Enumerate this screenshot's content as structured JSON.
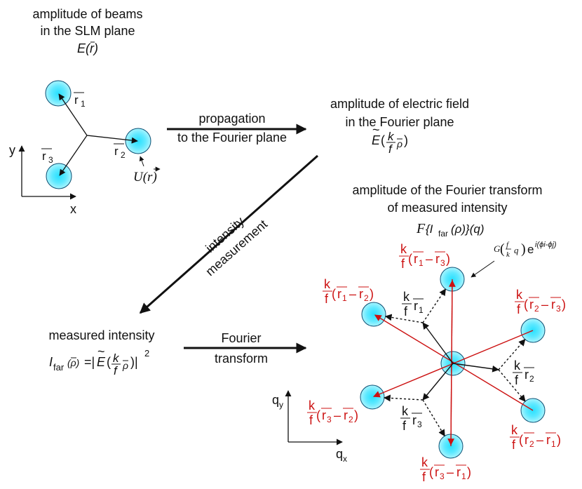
{
  "colors": {
    "red": "#cc1111",
    "black": "#111111",
    "beam_center": "#38e6ff",
    "beam_edge": "#9ff2ff",
    "beam_outline": "#0a4f73"
  },
  "top_left": {
    "title_line1": "amplitude of beams",
    "title_line2": "in the SLM plane",
    "title_math": "E(r)",
    "r1": "r",
    "r1_sub": "1",
    "r2": "r",
    "r2_sub": "2",
    "r3": "r",
    "r3_sub": "3",
    "u_label": "U(r)",
    "axis_x": "x",
    "axis_y": "y"
  },
  "propagation": {
    "line1": "propagation",
    "line2": "to the Fourier plane"
  },
  "top_right": {
    "line1": "amplitude of electric field",
    "line2": "in the Fourier plane",
    "math_E": "E",
    "math_k": "k",
    "math_f": "f",
    "math_rho": "ρ"
  },
  "intensity_measurement": {
    "line1": "intensity",
    "line2": "measurement"
  },
  "measured": {
    "title": "measured intensity",
    "I": "I",
    "sub": "far",
    "rho_paren": "(ρ)",
    "eq": "=|",
    "E": "E",
    "k": "k",
    "f": "f",
    "rho": "ρ",
    "close": ")|",
    "sup": "2"
  },
  "fourier": {
    "line1": "Fourier",
    "line2": "transform"
  },
  "bottom_right": {
    "title_line1": "amplitude of the Fourier transform",
    "title_line2": "of measured intensity",
    "formula_F": "F",
    "formula_rest": "{I",
    "formula_sub": "far",
    "formula_end": "(ρ)}(q)",
    "g_G": "G",
    "g_f": "f",
    "g_k": "k",
    "g_q": "q",
    "g_e": "e",
    "g_exp": "i(ϕi-ϕj)",
    "axis_qx": "q",
    "axis_qx_sub": "x",
    "axis_qy": "q",
    "axis_qy_sub": "y",
    "red_labels": [
      {
        "a": "r",
        "a_sub": "1",
        "b": "r",
        "b_sub": "3"
      },
      {
        "a": "r",
        "a_sub": "1",
        "b": "r",
        "b_sub": "2"
      },
      {
        "a": "r",
        "a_sub": "2",
        "b": "r",
        "b_sub": "3"
      },
      {
        "a": "r",
        "a_sub": "3",
        "b": "r",
        "b_sub": "2"
      },
      {
        "a": "r",
        "a_sub": "2",
        "b": "r",
        "b_sub": "1"
      },
      {
        "a": "r",
        "a_sub": "3",
        "b": "r",
        "b_sub": "1"
      }
    ],
    "k": "k",
    "f": "f",
    "black_labels": [
      {
        "r": "r",
        "sub": "1"
      },
      {
        "r": "r",
        "sub": "2"
      },
      {
        "r": "r",
        "sub": "3"
      }
    ]
  }
}
